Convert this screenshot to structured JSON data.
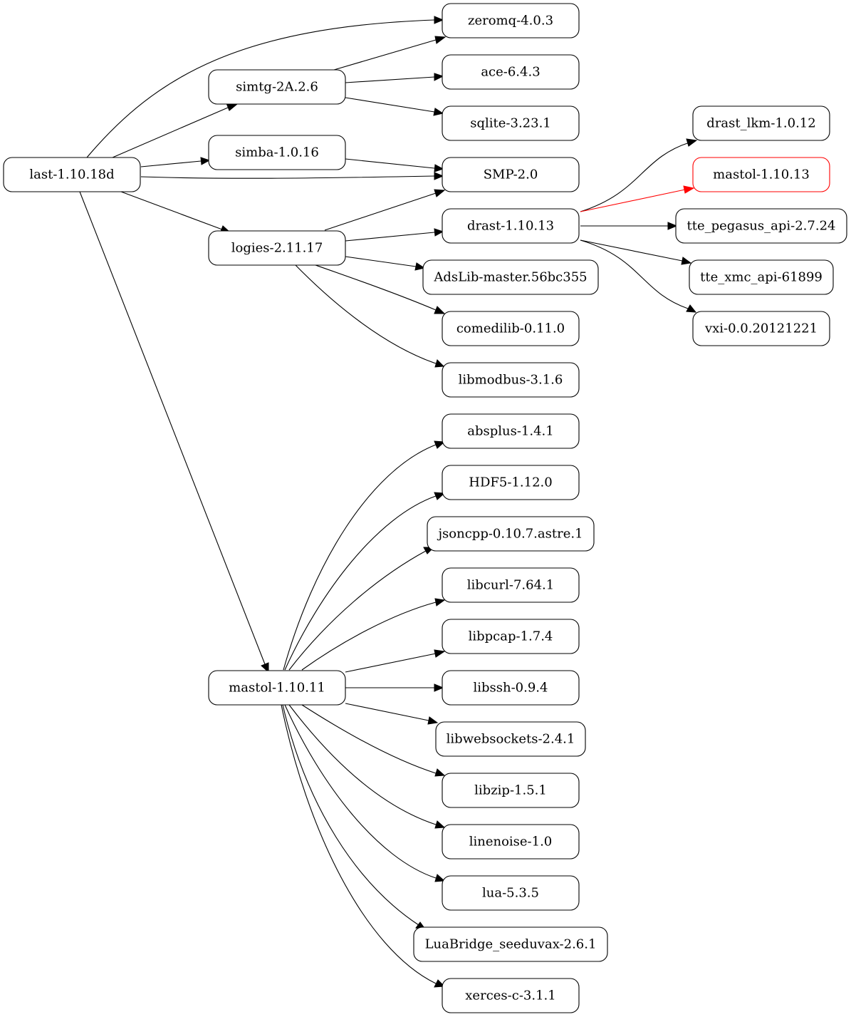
{
  "graph": {
    "highlight_color": "#ff0000",
    "nodes": {
      "last": "last-1.10.18d",
      "simtg": "simtg-2A.2.6",
      "simba": "simba-1.0.16",
      "logies": "logies-2.11.17",
      "mastol_11": "mastol-1.10.11",
      "zeromq": "zeromq-4.0.3",
      "ace": "ace-6.4.3",
      "sqlite": "sqlite-3.23.1",
      "smp": "SMP-2.0",
      "drast": "drast-1.10.13",
      "adslib": "AdsLib-master.56bc355",
      "comedilib": "comedilib-0.11.0",
      "libmodbus": "libmodbus-3.1.6",
      "absplus": "absplus-1.4.1",
      "hdf5": "HDF5-1.12.0",
      "jsoncpp": "jsoncpp-0.10.7.astre.1",
      "libcurl": "libcurl-7.64.1",
      "libpcap": "libpcap-1.7.4",
      "libssh": "libssh-0.9.4",
      "libwebsockets": "libwebsockets-2.4.1",
      "libzip": "libzip-1.5.1",
      "linenoise": "linenoise-1.0",
      "lua": "lua-5.3.5",
      "luabridge": "LuaBridge_seeduvax-2.6.1",
      "xerces": "xerces-c-3.1.1",
      "drast_lkm": "drast_lkm-1.0.12",
      "mastol_13": "mastol-1.10.13",
      "tte_pegasus": "tte_pegasus_api-2.7.24",
      "tte_xmc": "tte_xmc_api-61899",
      "vxi": "vxi-0.0.20121221"
    },
    "edges": [
      [
        "last",
        "zeromq"
      ],
      [
        "last",
        "simtg"
      ],
      [
        "last",
        "simba"
      ],
      [
        "last",
        "smp"
      ],
      [
        "last",
        "logies"
      ],
      [
        "last",
        "mastol_11"
      ],
      [
        "simtg",
        "zeromq"
      ],
      [
        "simtg",
        "ace"
      ],
      [
        "simtg",
        "sqlite"
      ],
      [
        "simba",
        "smp"
      ],
      [
        "logies",
        "smp"
      ],
      [
        "logies",
        "drast"
      ],
      [
        "logies",
        "adslib"
      ],
      [
        "logies",
        "comedilib"
      ],
      [
        "logies",
        "libmodbus"
      ],
      [
        "drast",
        "drast_lkm"
      ],
      [
        "drast",
        "mastol_13",
        "highlight"
      ],
      [
        "drast",
        "tte_pegasus"
      ],
      [
        "drast",
        "tte_xmc"
      ],
      [
        "drast",
        "vxi"
      ],
      [
        "mastol_11",
        "absplus"
      ],
      [
        "mastol_11",
        "hdf5"
      ],
      [
        "mastol_11",
        "jsoncpp"
      ],
      [
        "mastol_11",
        "libcurl"
      ],
      [
        "mastol_11",
        "libpcap"
      ],
      [
        "mastol_11",
        "libssh"
      ],
      [
        "mastol_11",
        "libwebsockets"
      ],
      [
        "mastol_11",
        "libzip"
      ],
      [
        "mastol_11",
        "linenoise"
      ],
      [
        "mastol_11",
        "lua"
      ],
      [
        "mastol_11",
        "luabridge"
      ],
      [
        "mastol_11",
        "xerces"
      ]
    ]
  }
}
